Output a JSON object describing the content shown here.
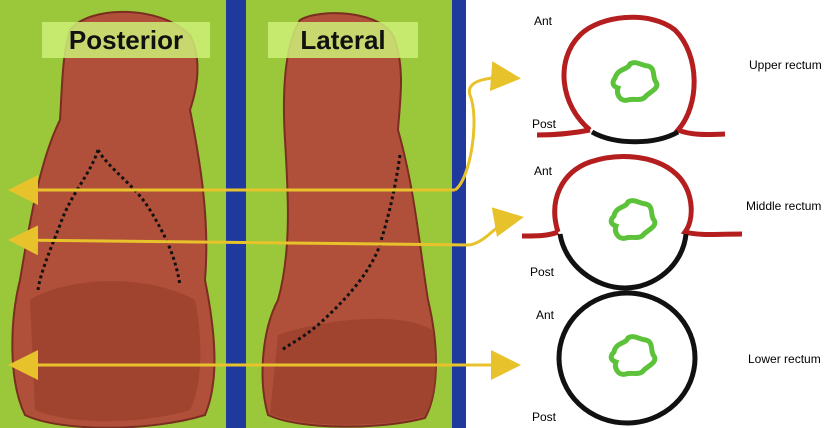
{
  "panels": {
    "posterior_label": "Posterior",
    "lateral_label": "Lateral"
  },
  "sections": [
    {
      "level": "Upper rectum",
      "ant": "Ant",
      "post": "Post"
    },
    {
      "level": "Middle rectum",
      "ant": "Ant",
      "post": "Post"
    },
    {
      "level": "Lower rectum",
      "ant": "Ant",
      "post": "Post"
    }
  ],
  "colors": {
    "background_green": "#9bc83a",
    "divider_blue": "#1f3a9c",
    "tissue": "#b0503a",
    "arrow_yellow": "#e8c22a",
    "peritoneum_red": "#b41e1e",
    "outline_black": "#111111",
    "lumen_green": "#5cc23a"
  }
}
